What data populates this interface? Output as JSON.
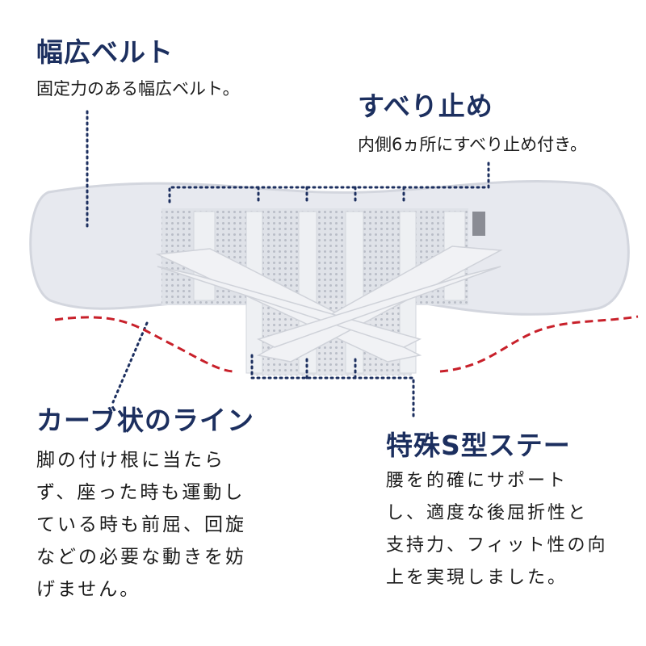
{
  "features": {
    "wide_belt": {
      "title": "幅広ベルト",
      "desc": "固定力のある幅広ベルト。"
    },
    "anti_slip": {
      "title": "すべり止め",
      "desc": "内側6ヵ所にすべり止め付き。"
    },
    "curve_line": {
      "title": "カーブ状のライン",
      "lines": [
        "脚の付け根に当たら",
        "ず、座った時も運動し",
        "ている時も前屈、回旋",
        "などの必要な動きを妨",
        "げません。"
      ]
    },
    "s_stay": {
      "title": "特殊S型ステー",
      "lines": [
        "腰を的確にサポート",
        "し、適度な後屈折性と",
        "支持力、フィット性の向",
        "上を実現しました。"
      ]
    }
  },
  "colors": {
    "heading": "#1c2f5f",
    "dotted_line": "#1c2f5f",
    "curve_dash": "#c8202a",
    "belt": "#e6e8ee"
  }
}
